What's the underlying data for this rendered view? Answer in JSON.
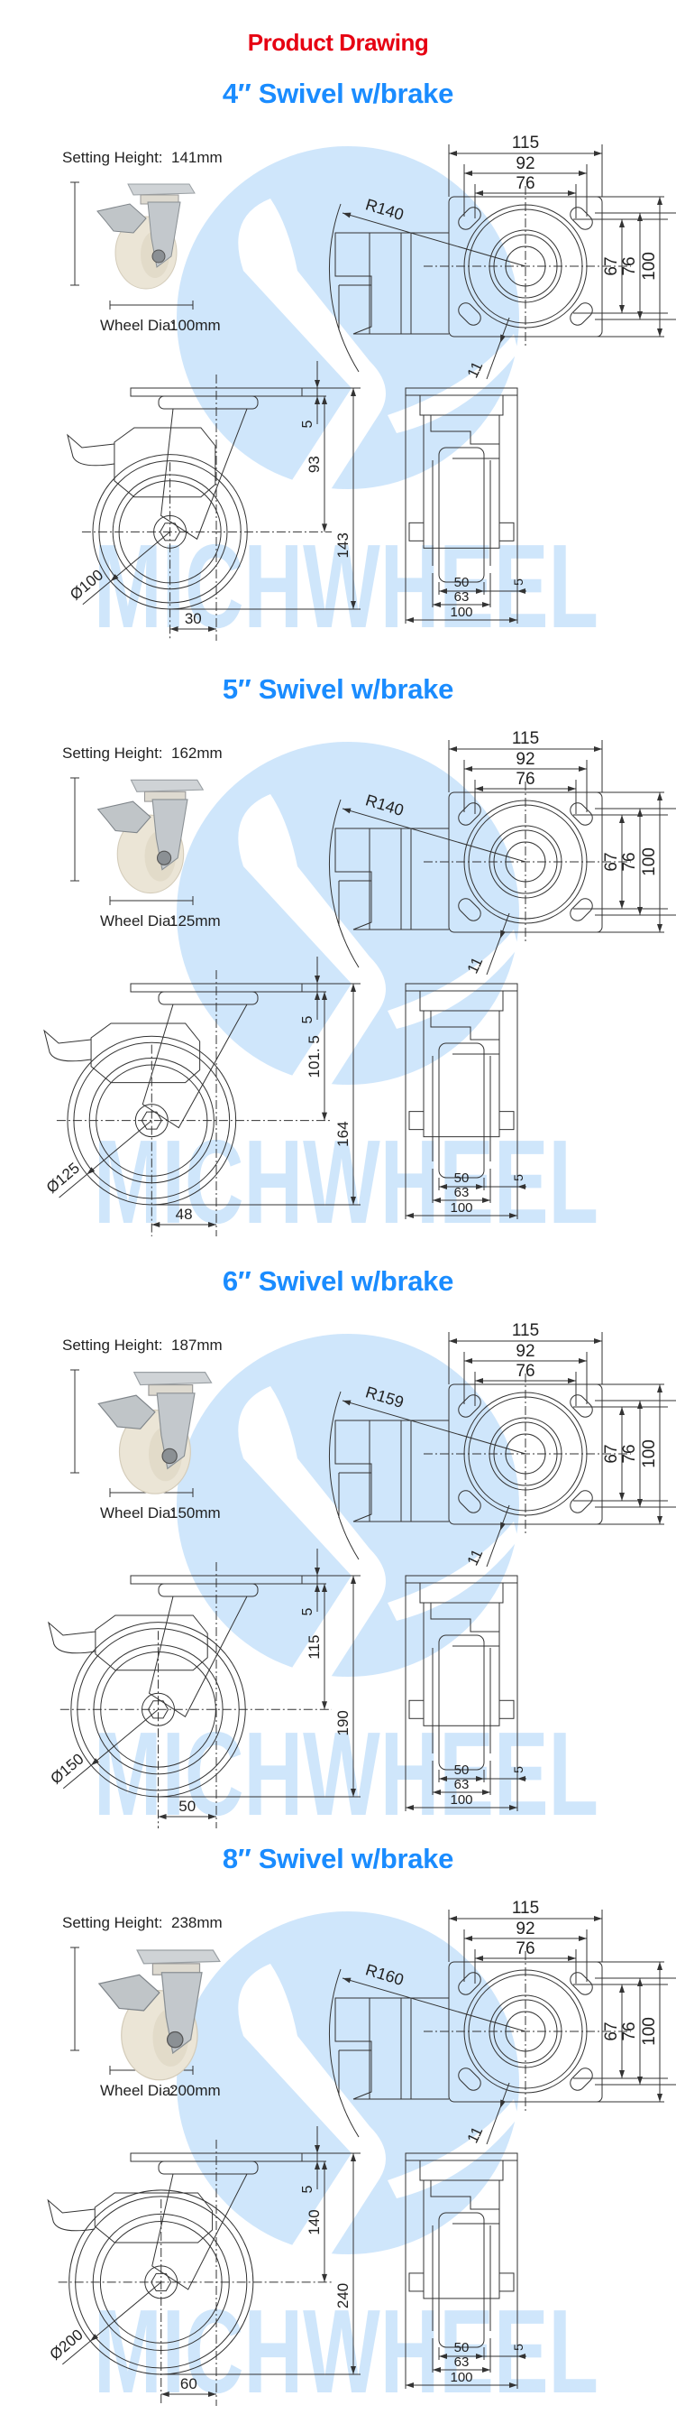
{
  "header": {
    "title": "Product Drawing"
  },
  "watermark": {
    "brand": "MICHWHEEL"
  },
  "colors": {
    "title_red": "#e60012",
    "section_blue": "#1a8cff",
    "watermark_blue": "#cfe6fb",
    "line": "#333333"
  },
  "sections": [
    {
      "title": "4″ Swivel w/brake",
      "setting_height_label": "Setting Height:",
      "setting_height": "141mm",
      "wheel_dia_label": "Wheel Dia:",
      "wheel_dia": "100mm",
      "top_view": {
        "plate_width": "115",
        "hole_span_outer": "92",
        "hole_span_inner": "76",
        "hole_v_inner": "67",
        "hole_v_outer": "76",
        "plate_height": "100",
        "swivel_radius": "R140",
        "hole_dia": "11"
      },
      "side_view": {
        "plate_thickness": "5",
        "axle_height": "93",
        "total_height": "143",
        "wheel_diameter": "Ø100",
        "offset": "30"
      },
      "front_view": {
        "tread": "50",
        "hub": "63",
        "overall": "100",
        "gap": "5"
      }
    },
    {
      "title": "5″ Swivel w/brake",
      "setting_height_label": "Setting Height:",
      "setting_height": "162mm",
      "wheel_dia_label": "Wheel Dia:",
      "wheel_dia": "125mm",
      "top_view": {
        "plate_width": "115",
        "hole_span_outer": "92",
        "hole_span_inner": "76",
        "hole_v_inner": "67",
        "hole_v_outer": "76",
        "plate_height": "100",
        "swivel_radius": "R140",
        "hole_dia": "11"
      },
      "side_view": {
        "plate_thickness": "5",
        "axle_height": "101. 5",
        "total_height": "164",
        "wheel_diameter": "Ø125",
        "offset": "48"
      },
      "front_view": {
        "tread": "50",
        "hub": "63",
        "overall": "100",
        "gap": "5"
      }
    },
    {
      "title": "6″ Swivel w/brake",
      "setting_height_label": "Setting Height:",
      "setting_height": "187mm",
      "wheel_dia_label": "Wheel Dia:",
      "wheel_dia": "150mm",
      "top_view": {
        "plate_width": "115",
        "hole_span_outer": "92",
        "hole_span_inner": "76",
        "hole_v_inner": "67",
        "hole_v_outer": "76",
        "plate_height": "100",
        "swivel_radius": "R159",
        "hole_dia": "11"
      },
      "side_view": {
        "plate_thickness": "5",
        "axle_height": "115",
        "total_height": "190",
        "wheel_diameter": "Ø150",
        "offset": "50"
      },
      "front_view": {
        "tread": "50",
        "hub": "63",
        "overall": "100",
        "gap": "5"
      }
    },
    {
      "title": "8″ Swivel w/brake",
      "setting_height_label": "Setting Height:",
      "setting_height": "238mm",
      "wheel_dia_label": "Wheel Dia:",
      "wheel_dia": "200mm",
      "top_view": {
        "plate_width": "115",
        "hole_span_outer": "92",
        "hole_span_inner": "76",
        "hole_v_inner": "67",
        "hole_v_outer": "76",
        "plate_height": "100",
        "swivel_radius": "R160",
        "hole_dia": "11"
      },
      "side_view": {
        "plate_thickness": "5",
        "axle_height": "140",
        "total_height": "240",
        "wheel_diameter": "Ø200",
        "offset": "60"
      },
      "front_view": {
        "tread": "50",
        "hub": "63",
        "overall": "100",
        "gap": "5"
      }
    }
  ]
}
